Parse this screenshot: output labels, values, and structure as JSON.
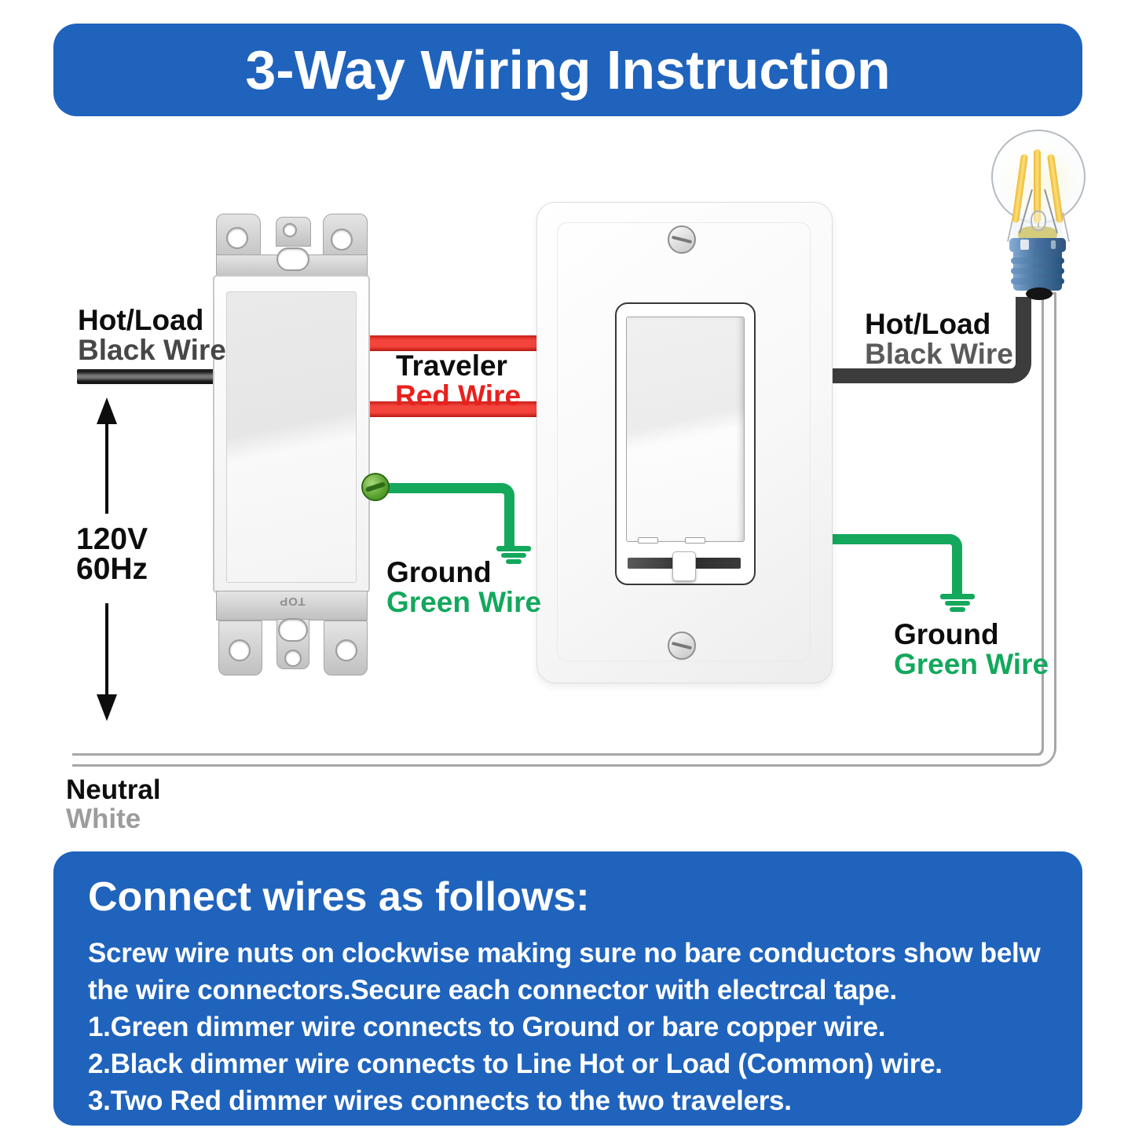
{
  "header": {
    "title": "3-Way Wiring Instruction"
  },
  "diagram": {
    "labels": {
      "left_hot": {
        "line1": "Hot/Load",
        "line2": "Black Wire"
      },
      "traveler": {
        "line1": "Traveler",
        "line2": "Red Wire"
      },
      "ground_left": {
        "line1": "Ground",
        "line2": "Green Wire"
      },
      "voltage": {
        "line1": "120V",
        "line2": "60Hz"
      },
      "right_hot": {
        "line1": "Hot/Load",
        "line2": "Black Wire"
      },
      "ground_right": {
        "line1": "Ground",
        "line2": "Green Wire"
      },
      "neutral": {
        "line1": "Neutral",
        "line2": "White"
      }
    },
    "switch_marking": "TOP",
    "colors": {
      "banner_blue": "#1f63bd",
      "wire_red": "#ee342c",
      "wire_green": "#13a85c",
      "wire_black": "#3c3c3c",
      "wire_white_outline": "#a6a6a6",
      "bulb_base_blue": "#49749f"
    }
  },
  "instructions": {
    "heading": "Connect wires as follows:",
    "lines": [
      "Screw wire nuts on clockwise making sure no bare conductors show belw",
      "the wire connectors.Secure each connector with electrcal tape.",
      "1.Green dimmer wire connects to Ground or bare copper wire.",
      "2.Black dimmer wire connects to Line Hot or Load (Common) wire.",
      "3.Two Red dimmer wires connects to the two travelers."
    ]
  }
}
